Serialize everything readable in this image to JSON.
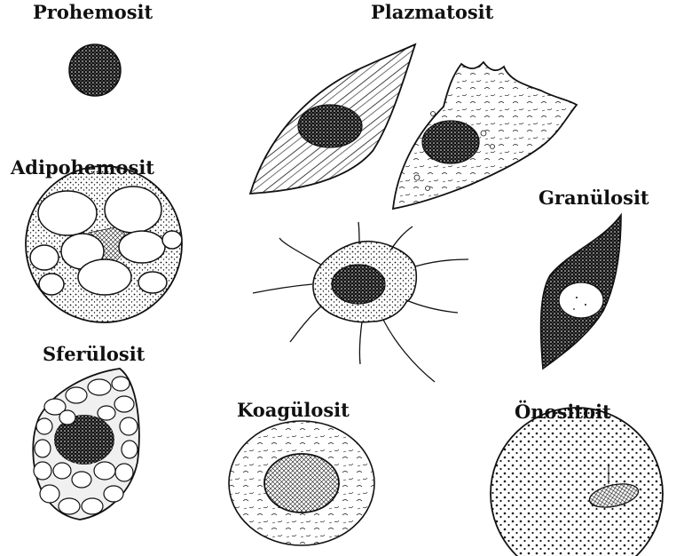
{
  "diagram": {
    "colors": {
      "ink": "#111111",
      "background": "#ffffff",
      "nucleus": "#1a1a1a",
      "shade": "#cfcfcf"
    },
    "cells": [
      {
        "id": "prohemosit",
        "label": "Prohemosit",
        "icon": "round-dark-cell-icon"
      },
      {
        "id": "plazmatosit",
        "label": "Plazmatosit",
        "icon": "spindle-cell-icon"
      },
      {
        "id": "adipohemosit",
        "label": "Adipohemosit",
        "icon": "vacuolated-cell-icon"
      },
      {
        "id": "granulosit",
        "label": "Granülosit",
        "icon": "granular-spindle-cell-icon"
      },
      {
        "id": "sferulosit",
        "label": "Sferülosit",
        "icon": "spherule-cell-icon"
      },
      {
        "id": "koagulosit",
        "label": "Koagülosit",
        "icon": "clotting-cell-icon"
      },
      {
        "id": "onositoit",
        "label": "Önositoit",
        "icon": "dotted-round-cell-icon"
      }
    ]
  }
}
